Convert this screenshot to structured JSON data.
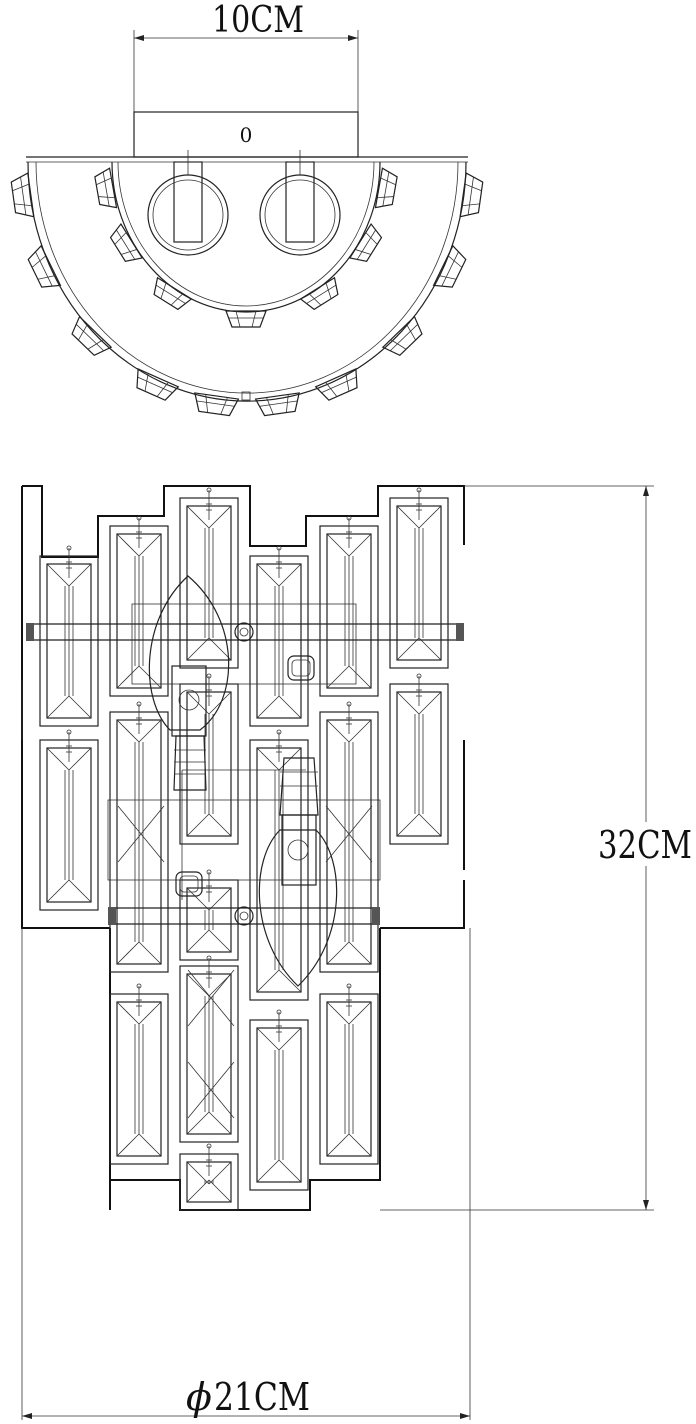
{
  "dimensions": {
    "top_width": "10CM",
    "height": "32CM",
    "diameter": "21CM",
    "diameter_symbol": "ϕ"
  },
  "mark": {
    "top_hole": "0"
  },
  "colors": {
    "line": "#222222",
    "background": "#ffffff"
  }
}
